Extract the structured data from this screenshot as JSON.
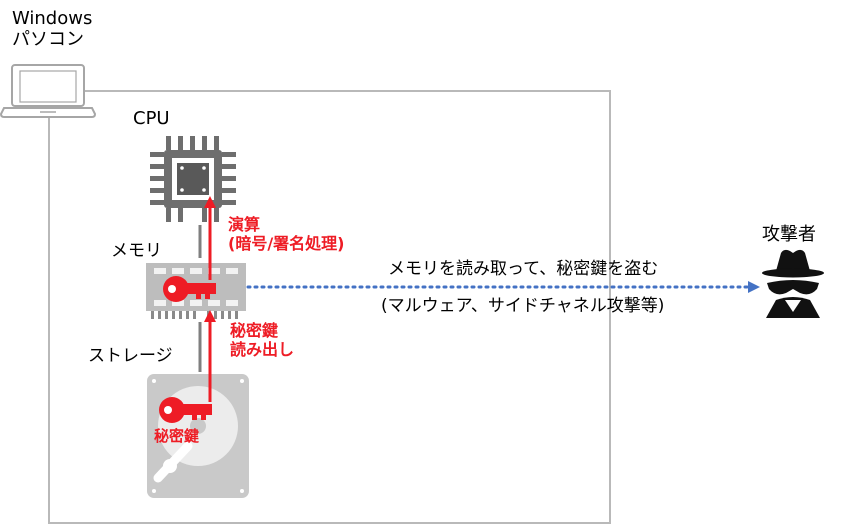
{
  "pc_label": "Windows\nパソコン",
  "cpu_label": "CPU",
  "memory_label": "メモリ",
  "storage_label": "ストレージ",
  "compute_label": "演算\n(暗号/署名処理)",
  "readout_label": "秘密鍵\n読み出し",
  "key_on_disk_label": "秘密鍵",
  "attacker_label": "攻撃者",
  "attack_line1": "メモリを読み取って、秘密鍵を盗む",
  "attack_line2": "(マルウェア、サイドチャネル攻撃等)",
  "colors": {
    "accent_red": "#ee1c25",
    "attack_blue": "#4472c4",
    "gray": "#7f7f7f",
    "frame": "#b9b9b9"
  },
  "icons": [
    "laptop-icon",
    "cpu-chip-icon",
    "memory-module-icon",
    "key-icon",
    "hard-disk-icon",
    "spy-icon"
  ]
}
